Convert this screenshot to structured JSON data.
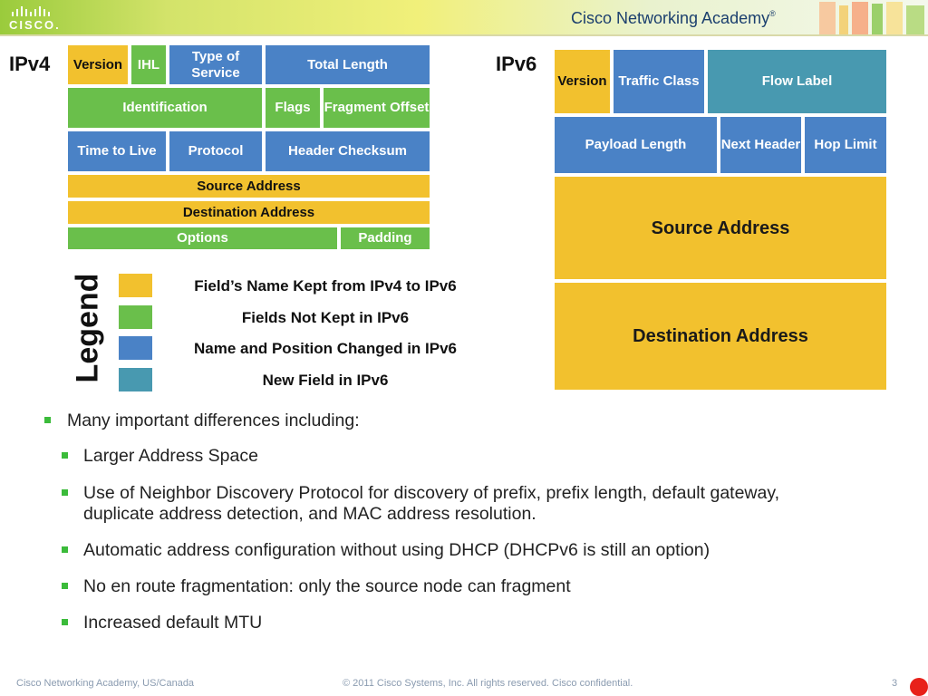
{
  "header": {
    "logo_text": "CISCO.",
    "academy_text": "Cisco Networking Academy",
    "academy_mark": "®",
    "colors": {
      "green": "#9acb3c",
      "yellow": "#f1f07a"
    }
  },
  "ipv4": {
    "title": "IPv4",
    "version": "Version",
    "ihl": "IHL",
    "tos": "Type of Service",
    "total_length": "Total Length",
    "identification": "Identification",
    "flags": "Flags",
    "fragment_offset": "Fragment Offset",
    "ttl": "Time to Live",
    "protocol": "Protocol",
    "checksum": "Header Checksum",
    "source": "Source Address",
    "destination": "Destination Address",
    "options": "Options",
    "padding": "Padding"
  },
  "ipv6": {
    "title": "IPv6",
    "version": "Version",
    "traffic_class": "Traffic Class",
    "flow_label": "Flow Label",
    "payload_length": "Payload Length",
    "next_header": "Next Header",
    "hop_limit": "Hop Limit",
    "source": "Source Address",
    "destination": "Destination Address"
  },
  "legend": {
    "title": "Legend",
    "items": [
      {
        "label": "Field’s Name Kept from IPv4 to IPv6",
        "color": "#f2c12e"
      },
      {
        "label": "Fields Not Kept in IPv6",
        "color": "#6abf4b"
      },
      {
        "label": "Name and Position Changed in IPv6",
        "color": "#4a82c6"
      },
      {
        "label": "New Field in IPv6",
        "color": "#4899b0"
      }
    ]
  },
  "bullets": {
    "main": "Many important differences including:",
    "sub": [
      "Larger Address Space",
      "Use of Neighbor Discovery Protocol for discovery of prefix, prefix length, default gateway,",
      "duplicate address detection, and MAC address resolution.",
      "Automatic address configuration without using DHCP (DHCPv6 is still an option)",
      "No en route fragmentation: only the source node can fragment",
      "Increased default MTU"
    ]
  },
  "footer": {
    "left": "Cisco Networking Academy, US/Canada",
    "center": "© 2011 Cisco Systems, Inc. All rights reserved. Cisco confidential.",
    "page": "3"
  }
}
